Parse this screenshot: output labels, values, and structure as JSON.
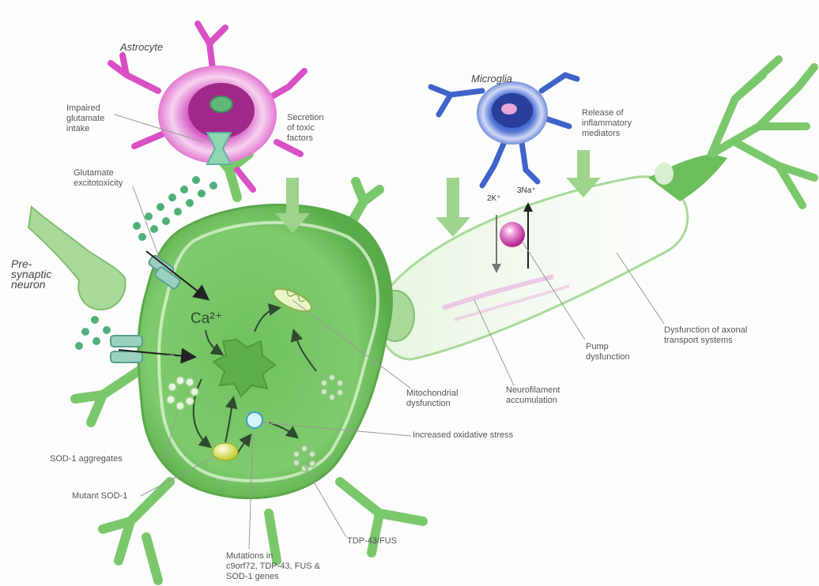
{
  "cells": {
    "astrocyte": "Astrocyte",
    "microglia": "Microglia",
    "presynaptic": "Pre-\nsynaptic\nneuron"
  },
  "labels": {
    "impaired_glutamate": "Impaired\nglutamate\nintake",
    "secretion": "Secretion\nof toxic\nfactors",
    "glutamate_excitotoxicity": "Glutamate\nexcitotoxicity",
    "release_inflammatory": "Release of\ninflammatory\nmediators",
    "dysfunction_axonal": "Dysfunction of axonal\ntransport systems",
    "pump_dysfunction": "Pump\ndysfunction",
    "neurofilament": "Neurofilament\naccumulation",
    "mitochondrial": "Mitochondrial\ndysfunction",
    "oxidative": "Increased oxidative stress",
    "sod1_aggregates": "SOD-1 aggregates",
    "mutant_sod1": "Mutant SOD-1",
    "tdp43_fus": "TDP-43/FUS",
    "mutations": "Mutations in\nc9orf72, TDP-43, FUS &\nSOD-1 genes"
  },
  "ions": {
    "ca": "Ca²⁺",
    "k": "2K⁺",
    "na": "3Na⁺"
  },
  "colors": {
    "neuron_green": "#7bc86c",
    "neuron_light": "#b9e3a8",
    "astrocyte_pink": "#d94fc4",
    "microglia_blue": "#3f63c9",
    "pump_magenta": "#d64fb5"
  }
}
